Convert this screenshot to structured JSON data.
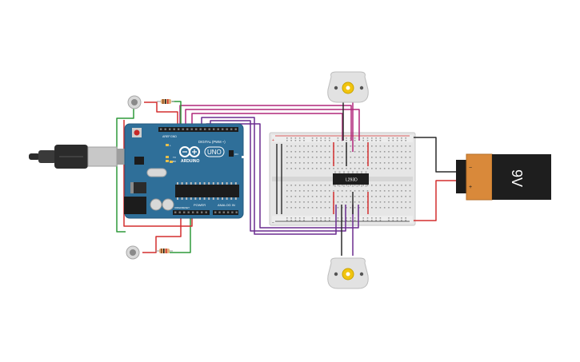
{
  "arduino": {
    "logo_text": "ARDUINO",
    "model_text": "UNO",
    "digital_label": "DIGITAL (PWM ~)",
    "power_label": "POWER",
    "analog_label": "ANALOG IN",
    "aref_label": "AREF",
    "gnd_label": "GND",
    "ioref_label": "IOREF",
    "reset_label": "RESET",
    "tx_label": "TX",
    "rx_label": "RX",
    "l_label": "L",
    "on_label": "ON"
  },
  "driver_chip": {
    "label": "L293D"
  },
  "battery": {
    "label": "9V",
    "minus": "−",
    "plus": "+"
  },
  "breadboard": {
    "plus_sign": "+",
    "minus_sign": "−"
  },
  "colors": {
    "wire_red": "#d32f2f",
    "wire_black": "#2b2b2b",
    "wire_magenta": "#b0267a",
    "wire_purple": "#6a2c8f",
    "wire_green": "#2e9a3a",
    "board_blue": "#2f6f99",
    "battery_orange": "#d9893a"
  }
}
